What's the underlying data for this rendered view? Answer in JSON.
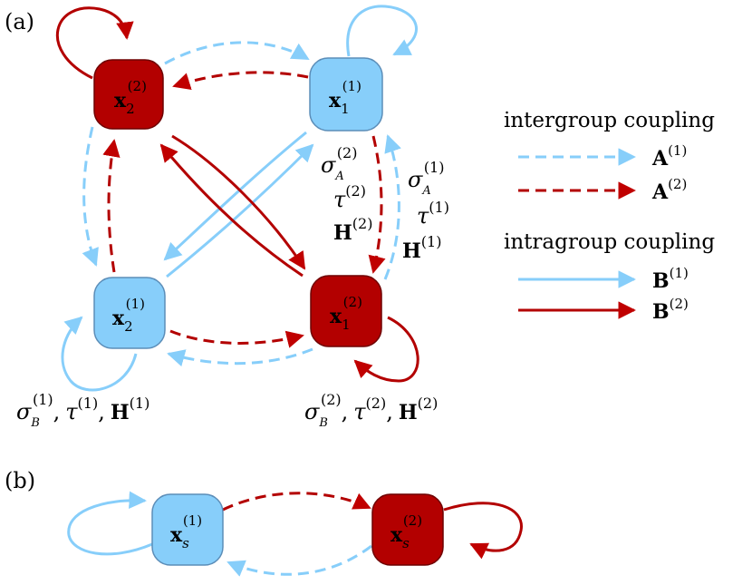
{
  "panel_a": {
    "label": "(a)",
    "nodes": {
      "x2_2": {
        "base": "x",
        "sub": "2",
        "sup": "(2)"
      },
      "x1_1": {
        "base": "x",
        "sub": "1",
        "sup": "(1)"
      },
      "x2_1": {
        "base": "x",
        "sub": "2",
        "sup": "(1)"
      },
      "x1_2": {
        "base": "x",
        "sub": "1",
        "sup": "(2)"
      }
    },
    "params_mid_left": {
      "sigma": "σ",
      "sigma_sub": "A",
      "sigma_sup": "(2)",
      "tau": "τ",
      "tau_sup": "(2)",
      "H": "H",
      "H_sup": "(2)"
    },
    "params_mid_right": {
      "sigma": "σ",
      "sigma_sub": "A",
      "sigma_sup": "(1)",
      "tau": "τ",
      "tau_sup": "(1)",
      "H": "H",
      "H_sup": "(1)"
    },
    "params_bottom_left": {
      "sigma": "σ",
      "sigma_sub": "B",
      "sigma_sup": "(1)",
      "tau": "τ",
      "tau_sup": "(1)",
      "H": "H",
      "H_sup": "(1)",
      "sep": ","
    },
    "params_bottom_right": {
      "sigma": "σ",
      "sigma_sub": "B",
      "sigma_sup": "(2)",
      "tau": "τ",
      "tau_sup": "(2)",
      "H": "H",
      "H_sup": "(2)",
      "sep": ","
    }
  },
  "legend": {
    "intergroup_title": "intergroup coupling",
    "intragroup_title": "intragroup coupling",
    "A1": {
      "base": "A",
      "sup": "(1)"
    },
    "A2": {
      "base": "A",
      "sup": "(2)"
    },
    "B1": {
      "base": "B",
      "sup": "(1)"
    },
    "B2": {
      "base": "B",
      "sup": "(2)"
    }
  },
  "panel_b": {
    "label": "(b)",
    "xs1": {
      "base": "x",
      "sub": "s",
      "sup": "(1)"
    },
    "xs2": {
      "base": "x",
      "sub": "s",
      "sup": "(2)"
    }
  },
  "colors": {
    "blue": "#87CEFA",
    "blue_stroke": "#5B8DB8",
    "red": "#B30000",
    "red_arrow": "#C00000"
  }
}
